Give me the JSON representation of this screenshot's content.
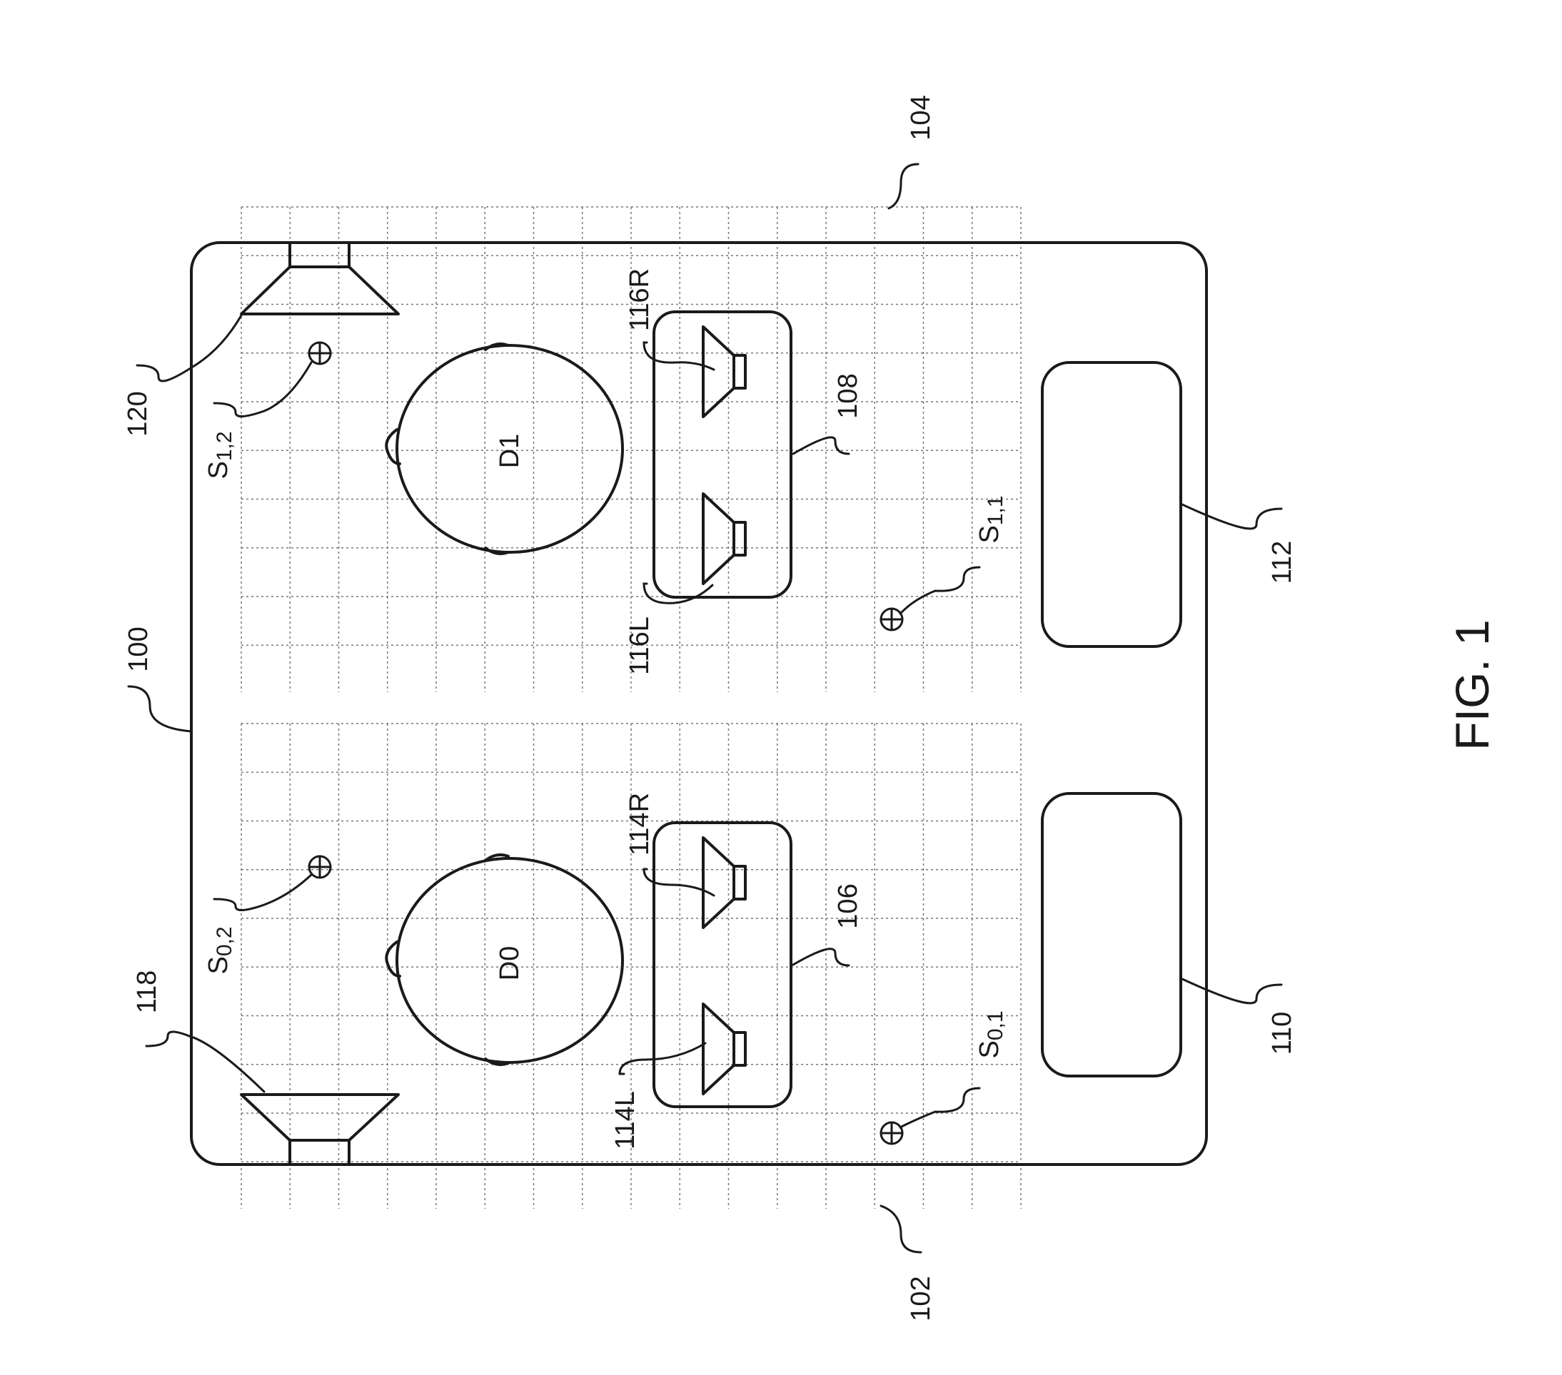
{
  "figure": {
    "caption": "FIG. 1",
    "colors": {
      "line": "#1a1a1a",
      "grid": "#777777",
      "background": "#ffffff"
    },
    "labels": {
      "vehicle": "100",
      "zone_front": "102",
      "zone_rear": "104",
      "headrest_front": "106",
      "headrest_rear": "108",
      "seat_front": "110",
      "seat_rear": "112",
      "speaker_front_left": "114L",
      "speaker_front_right": "114R",
      "speaker_rear_left": "116L",
      "speaker_rear_right": "116R",
      "door_speaker_front": "118",
      "door_speaker_rear": "120"
    },
    "occupants": {
      "front": "D0",
      "rear": "D1"
    },
    "sensors": {
      "s01": {
        "base": "S",
        "sub": "0,1"
      },
      "s02": {
        "base": "S",
        "sub": "0,2"
      },
      "s11": {
        "base": "S",
        "sub": "1,1"
      },
      "s12": {
        "base": "S",
        "sub": "1,2"
      }
    }
  }
}
